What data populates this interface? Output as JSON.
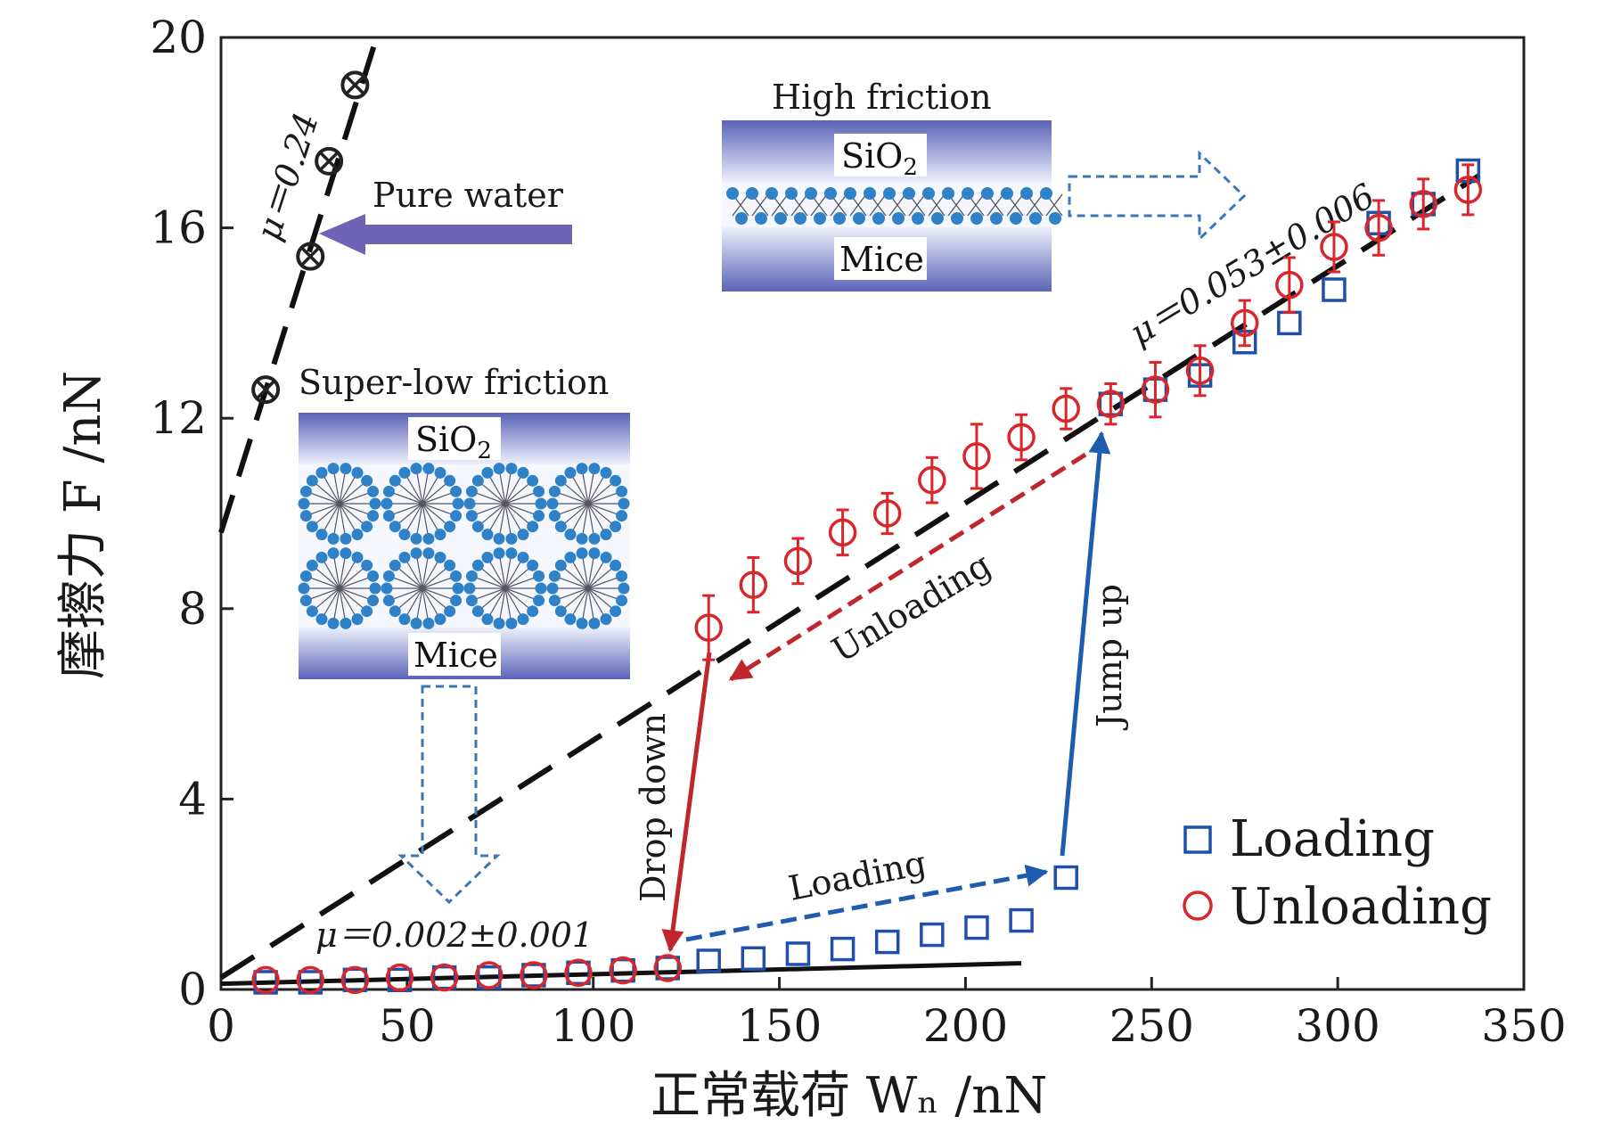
{
  "chart_data": {
    "type": "scatter",
    "xlabel": "正常载荷 Wₙ /nN",
    "ylabel": "摩擦力 F /nN",
    "xlim": [
      0,
      350
    ],
    "ylim": [
      0,
      20
    ],
    "x_ticks": [
      0,
      50,
      100,
      150,
      200,
      250,
      300,
      350
    ],
    "y_ticks": [
      0,
      4,
      8,
      12,
      16,
      20
    ],
    "grid": false,
    "legend_position": "bottom-right",
    "series": [
      {
        "name": "Loading",
        "marker": "square",
        "color": "#1f4fa8",
        "x": [
          12,
          24,
          36,
          48,
          60,
          72,
          84,
          96,
          108,
          120,
          131,
          143,
          155,
          167,
          179,
          191,
          203,
          215,
          227,
          239,
          251,
          263,
          275,
          287,
          299,
          311,
          323,
          335
        ],
        "y": [
          0.15,
          0.15,
          0.2,
          0.2,
          0.25,
          0.25,
          0.3,
          0.35,
          0.4,
          0.45,
          0.6,
          0.65,
          0.75,
          0.85,
          1.0,
          1.15,
          1.3,
          1.45,
          2.35,
          12.3,
          12.6,
          12.9,
          13.6,
          14.0,
          14.7,
          16.1,
          16.5,
          17.2
        ]
      },
      {
        "name": "Unloading",
        "marker": "circle",
        "color": "#d9262a",
        "x": [
          12,
          24,
          36,
          48,
          60,
          72,
          84,
          96,
          108,
          120,
          131,
          143,
          155,
          167,
          179,
          191,
          203,
          215,
          227,
          239,
          251,
          263,
          275,
          287,
          299,
          311,
          323,
          335
        ],
        "y": [
          0.2,
          0.2,
          0.2,
          0.25,
          0.25,
          0.3,
          0.3,
          0.35,
          0.4,
          0.45,
          7.6,
          8.5,
          9.0,
          9.6,
          10.0,
          10.7,
          11.2,
          11.6,
          12.2,
          12.3,
          12.6,
          13.0,
          14.0,
          14.8,
          15.6,
          16.0,
          16.5,
          16.8
        ],
        "error": [
          0.05,
          0.05,
          0.05,
          0.05,
          0.05,
          0.05,
          0.05,
          0.05,
          0.05,
          0.05,
          0.45,
          0.35,
          0.25,
          0.25,
          0.2,
          0.25,
          0.45,
          0.25,
          0.2,
          0.2,
          0.35,
          0.3,
          0.25,
          0.35,
          0.3,
          0.35,
          0.3,
          0.3
        ]
      },
      {
        "name": "Pure water",
        "marker": "circle-x",
        "color": "#222222",
        "x": [
          12,
          24,
          29,
          36
        ],
        "y": [
          12.6,
          15.4,
          17.4,
          19.0
        ]
      }
    ],
    "fit_lines": [
      {
        "label": "μ＝0.24",
        "style": "dashed",
        "x": [
          0,
          41
        ],
        "y": [
          9.6,
          19.8
        ]
      },
      {
        "label": "μ＝0.053±0.006",
        "style": "dashed",
        "x": [
          0,
          338
        ],
        "y": [
          0.25,
          17.1
        ]
      },
      {
        "label": "μ＝0.002±0.001",
        "style": "solid",
        "x": [
          0,
          215
        ],
        "y": [
          0.12,
          0.55
        ]
      }
    ],
    "annotations": {
      "pure_water": "Pure water",
      "high_friction": "High friction",
      "super_low_friction": "Super-low friction",
      "sio2": "SiO",
      "sio2_sub": "2",
      "mice": "Mice",
      "unloading_arrow": "Unloading",
      "loading_arrow": "Loading",
      "drop_down": "Drop down",
      "jump_up": "Jump up"
    }
  }
}
